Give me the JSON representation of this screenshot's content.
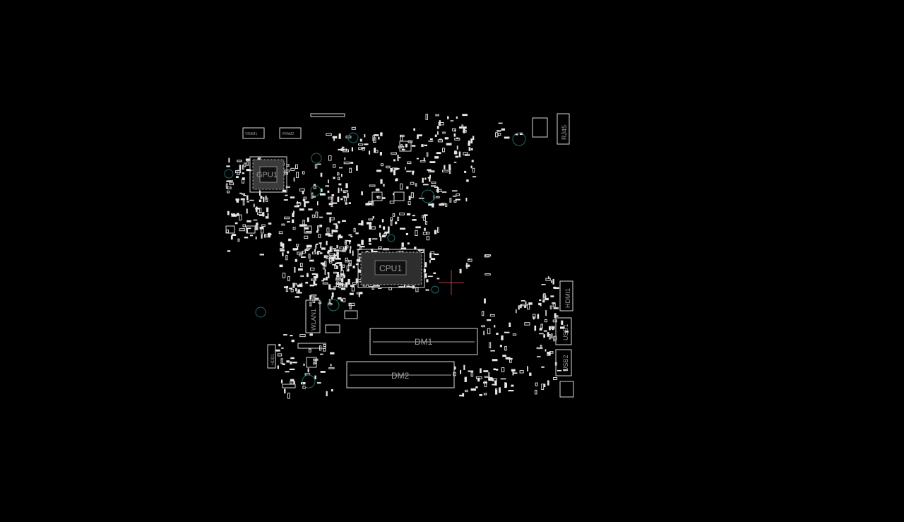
{
  "viewer": {
    "background": "#000000",
    "outline_color": "#d8d8d8",
    "via_color": "#1f6b6b",
    "cursor_color": "#b04050"
  },
  "components": {
    "gpu": "GPU1",
    "cpu": "CPU1",
    "wlan": "WLAN1",
    "dimm1": "DM1",
    "dimm2": "DM2",
    "rj45": "RJ45",
    "hdmi": "HDMI1",
    "usb1": "USB1",
    "usb2": "USB2",
    "hdd": "HDD1",
    "vram1": "VRAM1",
    "vram2": "VRAM2"
  }
}
